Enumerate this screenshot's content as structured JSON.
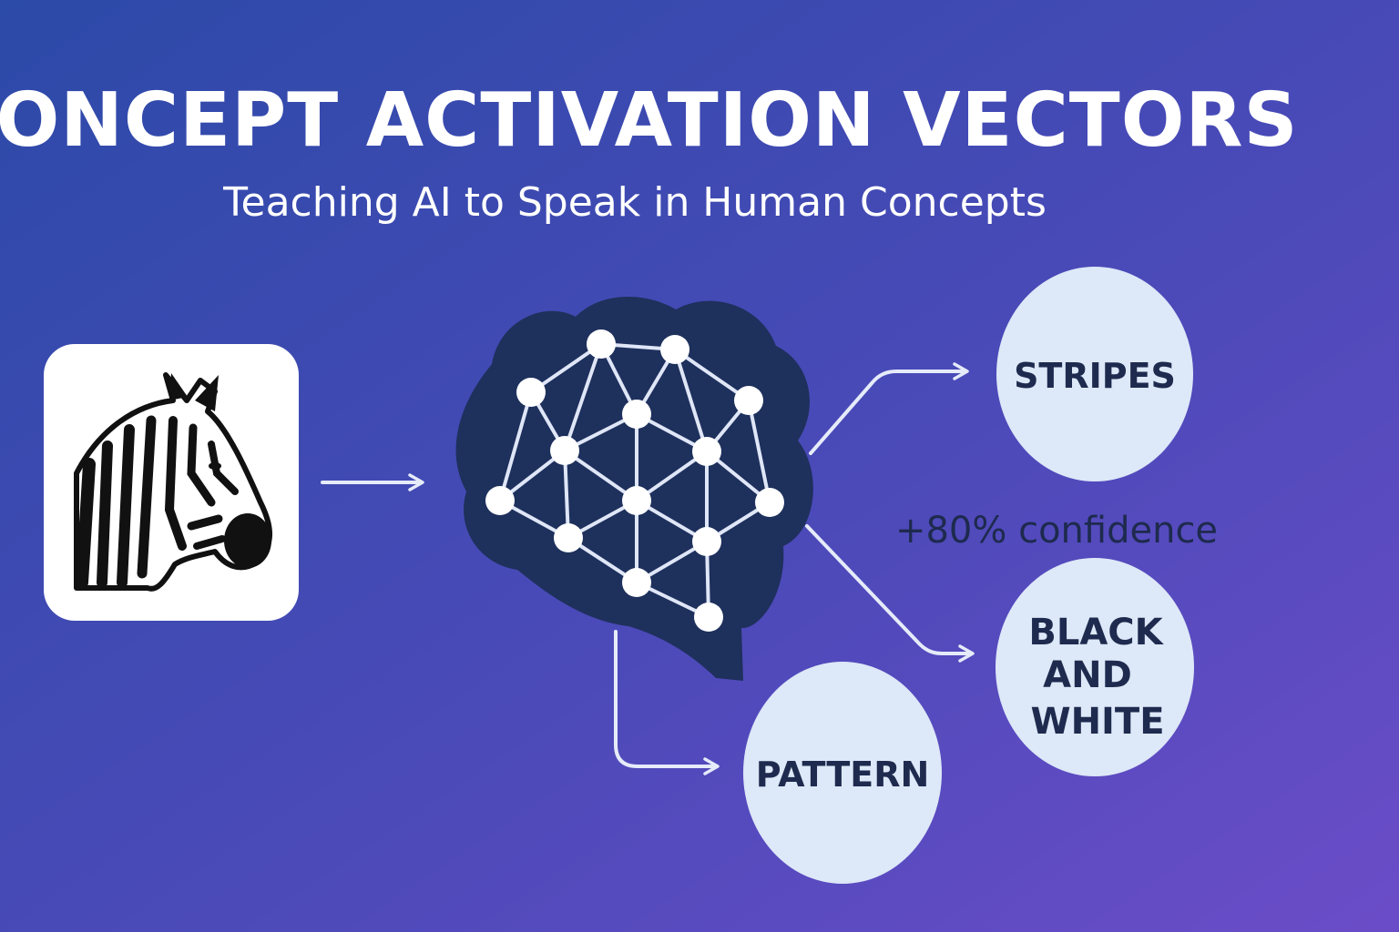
{
  "header": {
    "title": "CONCEPT ACTIVATION VECTORS",
    "subtitle": "Teaching AI to Speak in Human Concepts"
  },
  "input": {
    "icon": "zebra-icon"
  },
  "model": {
    "icon": "neural-network-brain-icon"
  },
  "concepts": {
    "stripes": {
      "lines": [
        "STRIPES"
      ]
    },
    "black_and_white": {
      "lines": [
        "BLACK",
        "AND",
        "WHITE"
      ]
    },
    "pattern": {
      "lines": [
        "PATTERN"
      ]
    }
  },
  "confidence_label": "+80% confidence",
  "colors": {
    "background_start": "#2e4aa8",
    "background_end": "#6a4cc6",
    "brain": "#1e305c",
    "concept_fill": "#dde8f8",
    "concept_text": "#1e2a4e",
    "arrow": "#e6ebfa",
    "title": "#ffffff"
  }
}
